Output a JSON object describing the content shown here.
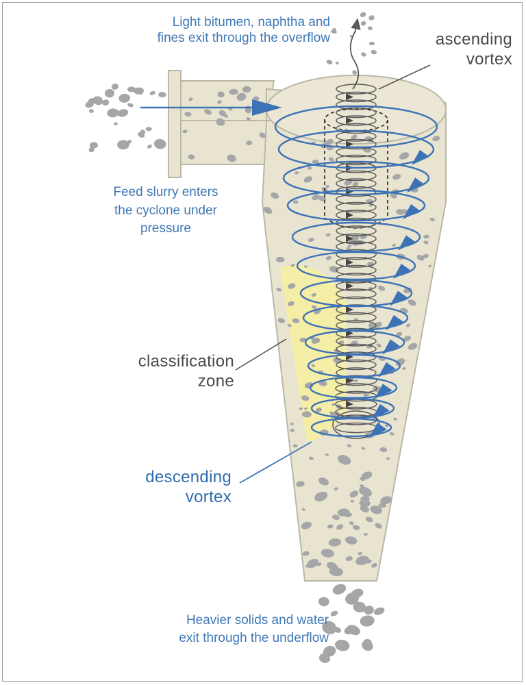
{
  "labels": {
    "overflow": [
      "Light bitumen, naphtha and",
      "fines exit through the overflow"
    ],
    "ascending": [
      "ascending",
      "vortex"
    ],
    "feed": [
      "Feed slurry enters",
      "the cyclone under",
      "pressure"
    ],
    "classification": [
      "classification",
      "zone"
    ],
    "descending": [
      "descending",
      "vortex"
    ],
    "underflow": [
      "Heavier solids and water",
      "exit through the underflow"
    ]
  },
  "colors": {
    "body_fill": "#e8e4d0",
    "body_outline": "#b9b7a6",
    "particles": "#a4a6a8",
    "descending_vortex": "#3d73b6",
    "ascending_vortex": "#585858",
    "classification_zone": "#f7f0a0",
    "feed_arrow": "#3d73b6"
  }
}
